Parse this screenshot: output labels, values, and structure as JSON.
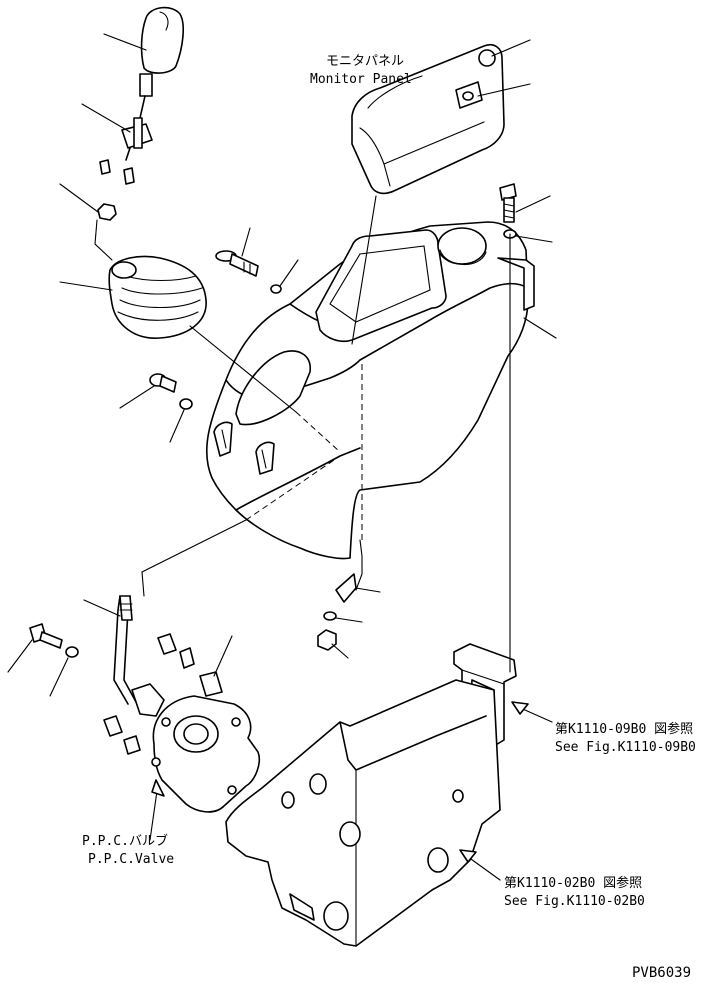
{
  "labels": {
    "monitor_panel_jp": "モニタパネル",
    "monitor_panel_en": "Monitor Panel",
    "ppc_valve_jp": "P.P.C.バルブ",
    "ppc_valve_en": "P.P.C.Valve",
    "ref_0980_jp": "第K1110-09B0 図参照",
    "ref_0980_en": "See Fig.K1110-09B0",
    "ref_0280_jp": "第K1110-02B0 図参照",
    "ref_0280_en": "See Fig.K1110-02B0",
    "drawing_code": "PVB6039"
  }
}
